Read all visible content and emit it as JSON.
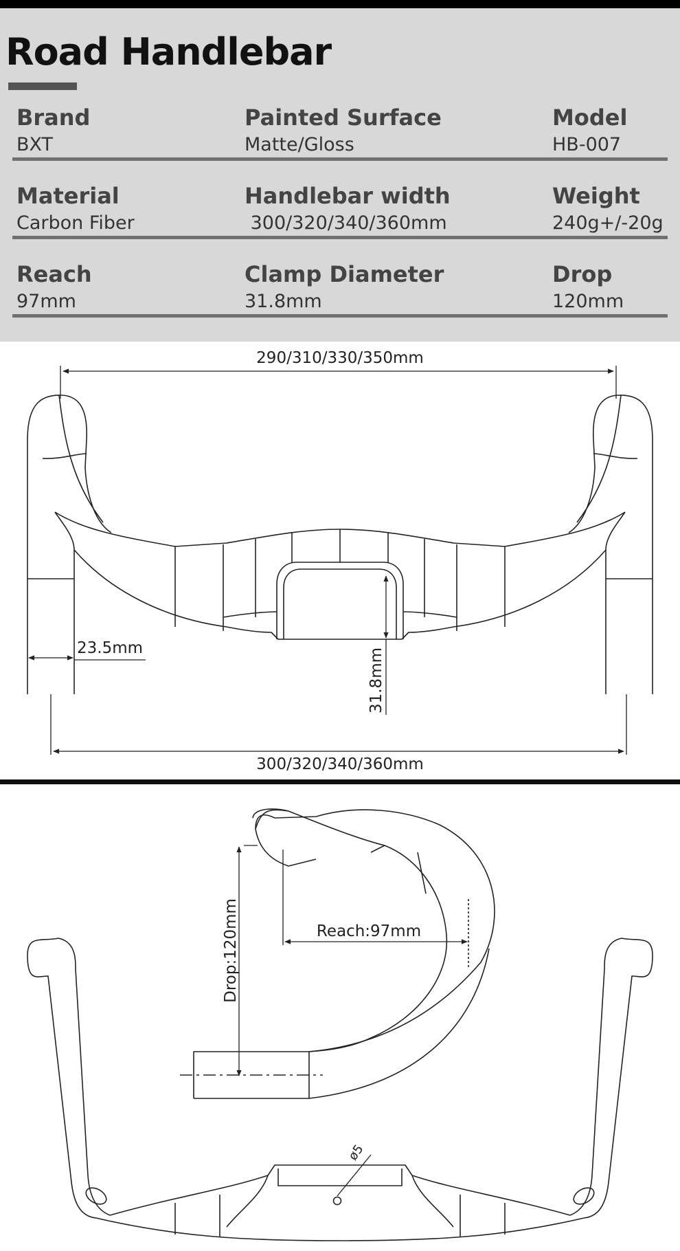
{
  "title": "Road Handlebar",
  "specs": [
    {
      "label": "Brand",
      "value": "BXT"
    },
    {
      "label": "Painted Surface",
      "value": "Matte/Gloss"
    },
    {
      "label": "Model",
      "value": "HB-007"
    },
    {
      "label": "Material",
      "value": "Carbon Fiber"
    },
    {
      "label": "Handlebar width",
      "value": " 300/320/340/360mm"
    },
    {
      "label": "Weight",
      "value": "240g+/-20g"
    },
    {
      "label": "Reach",
      "value": "97mm"
    },
    {
      "label": "Clamp Diameter",
      "value": "31.8mm"
    },
    {
      "label": "Drop",
      "value": "120mm"
    }
  ],
  "front_view": {
    "top_width": "290/310/330/350mm",
    "bottom_width": "300/320/340/360mm",
    "tube_diameter": "23.5mm",
    "clamp_dim": "31.8mm"
  },
  "side_view": {
    "drop": "Drop:120mm",
    "reach": "Reach:97mm",
    "hole": "ø5"
  }
}
